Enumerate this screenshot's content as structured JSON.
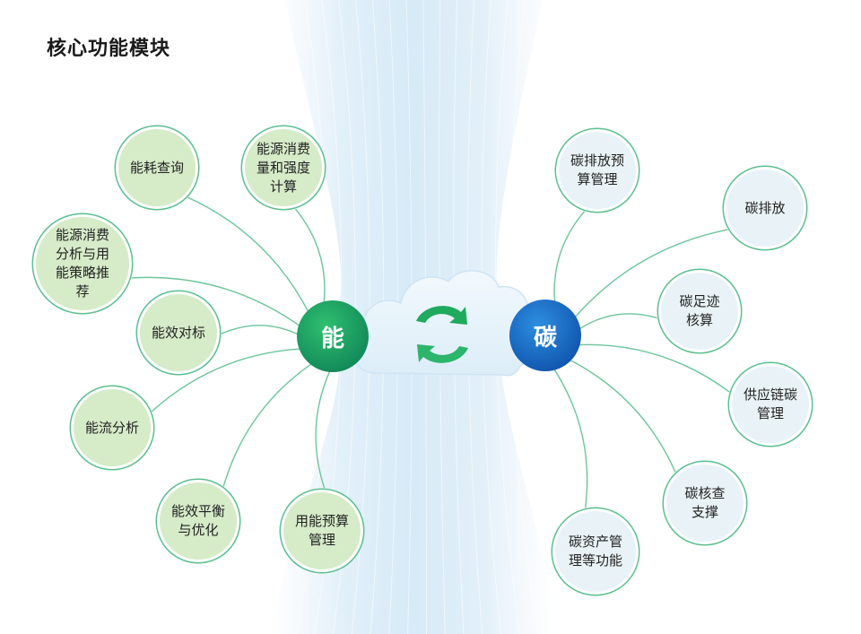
{
  "title": "核心功能模块",
  "hubs": {
    "energy": "能",
    "carbon": "碳"
  },
  "energy_modules": [
    "能耗查询",
    "能源消费\n量和强度\n计算",
    "能源消费\n分析与用\n能策略推\n荐",
    "能效对标",
    "能流分析",
    "能效平衡\n与优化",
    "用能预算\n管理"
  ],
  "carbon_modules": [
    "碳排放预\n算管理",
    "碳排放",
    "碳足迹\n核算",
    "供应链碳\n管理",
    "碳核查\n支撑",
    "碳资产管\n理等功能"
  ],
  "colors": {
    "energy_hub": "#128a5a",
    "carbon_hub": "#1157b0",
    "energy_node_fill": "#d6ebc8",
    "carbon_node_fill": "#e9f3f7",
    "node_border": "#5bbf8f",
    "connector": "#6cc59a",
    "sync_arrows": "#1faa5e"
  },
  "icons": {
    "center": "cloud-icon",
    "sync": "refresh-arrows-icon"
  }
}
